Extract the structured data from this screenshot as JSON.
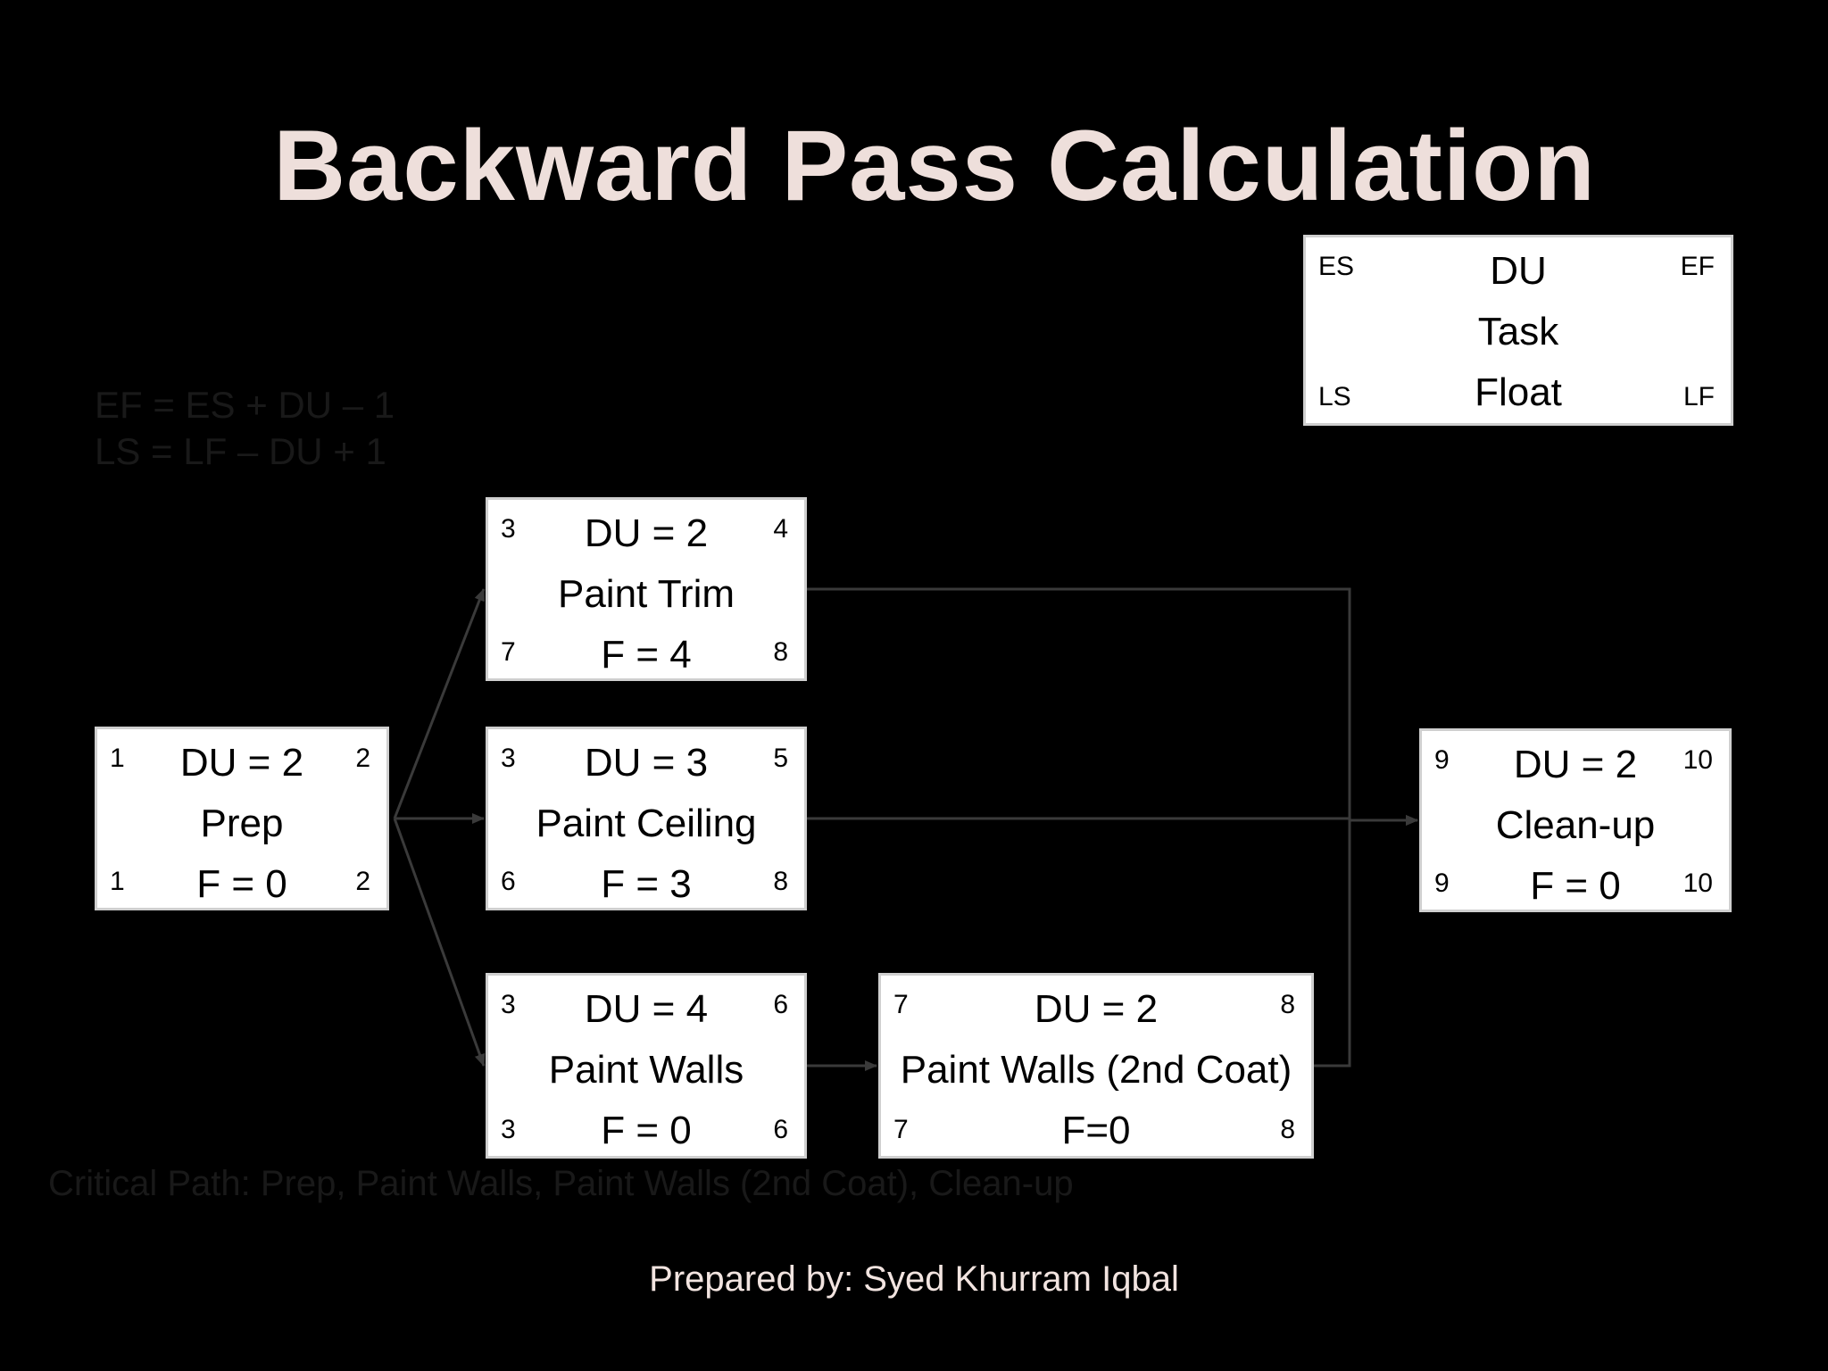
{
  "title": "Backward Pass Calculation",
  "legend": {
    "es": "ES",
    "du": "DU",
    "ef": "EF",
    "task": "Task",
    "ls": "LS",
    "float": "Float",
    "lf": "LF"
  },
  "formulas": [
    "EF = ES + DU – 1",
    "LS = LF – DU + 1"
  ],
  "nodes": {
    "prep": {
      "es": "1",
      "du": "DU = 2",
      "ef": "2",
      "task": "Prep",
      "ls": "1",
      "float": "F = 0",
      "lf": "2"
    },
    "paint_trim": {
      "es": "3",
      "du": "DU = 2",
      "ef": "4",
      "task": "Paint Trim",
      "ls": "7",
      "float": "F = 4",
      "lf": "8"
    },
    "paint_ceiling": {
      "es": "3",
      "du": "DU = 3",
      "ef": "5",
      "task": "Paint Ceiling",
      "ls": "6",
      "float": "F = 3",
      "lf": "8"
    },
    "paint_walls": {
      "es": "3",
      "du": "DU = 4",
      "ef": "6",
      "task": "Paint Walls",
      "ls": "3",
      "float": "F = 0",
      "lf": "6"
    },
    "paint_walls_2": {
      "es": "7",
      "du": "DU = 2",
      "ef": "8",
      "task": "Paint Walls (2nd Coat)",
      "ls": "7",
      "float": "F=0",
      "lf": "8"
    },
    "cleanup": {
      "es": "9",
      "du": "DU = 2",
      "ef": "10",
      "task": "Clean-up",
      "ls": "9",
      "float": "F = 0",
      "lf": "10"
    }
  },
  "edges": [
    [
      "prep",
      "paint_trim"
    ],
    [
      "prep",
      "paint_ceiling"
    ],
    [
      "prep",
      "paint_walls"
    ],
    [
      "paint_walls",
      "paint_walls_2"
    ],
    [
      "paint_trim",
      "cleanup"
    ],
    [
      "paint_ceiling",
      "cleanup"
    ],
    [
      "paint_walls_2",
      "cleanup"
    ]
  ],
  "critical_path": "Critical Path: Prep, Paint Walls, Paint Walls (2nd Coat), Clean-up",
  "credit": "Prepared by: Syed Khurram Iqbal",
  "colors": {
    "background": "#000000",
    "title": "#eedfdb",
    "box": "#ffffff",
    "edge": "#3a3a3a",
    "faint_text": "#191919"
  }
}
